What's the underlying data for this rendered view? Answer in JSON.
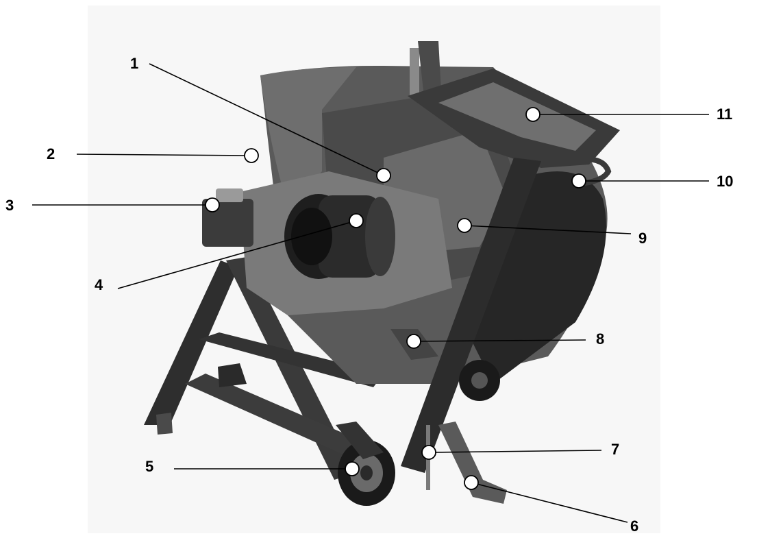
{
  "diagram": {
    "subject-icon": "log-saw-machine-icon",
    "callouts": [
      {
        "id": "c1",
        "number": "1"
      },
      {
        "id": "c2",
        "number": "2"
      },
      {
        "id": "c3",
        "number": "3"
      },
      {
        "id": "c4",
        "number": "4"
      },
      {
        "id": "c5",
        "number": "5"
      },
      {
        "id": "c6",
        "number": "6"
      },
      {
        "id": "c7",
        "number": "7"
      },
      {
        "id": "c8",
        "number": "8"
      },
      {
        "id": "c9",
        "number": "9"
      },
      {
        "id": "c10",
        "number": "10"
      },
      {
        "id": "c11",
        "number": "11"
      }
    ]
  },
  "colors": {
    "background": "#ffffff",
    "line": "#000000",
    "marker_fill": "#ffffff",
    "machine_dark": "#2a2a2a",
    "machine_mid": "#555555",
    "machine_light": "#8a8a8a"
  }
}
